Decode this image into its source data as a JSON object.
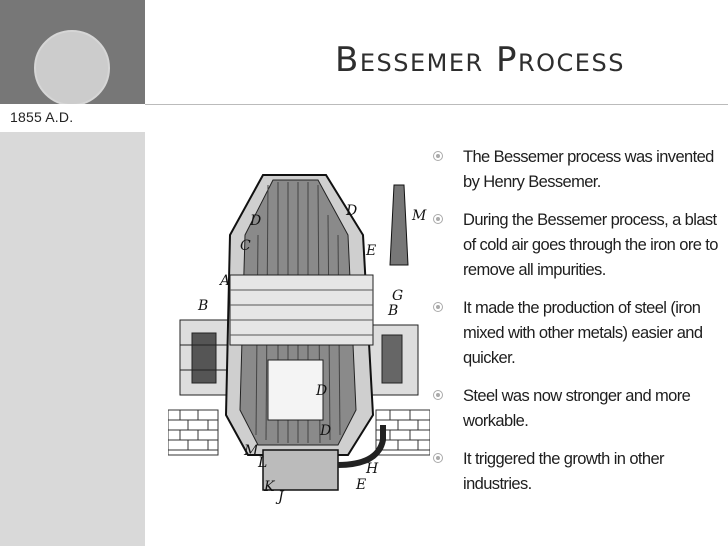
{
  "slide": {
    "date_label": "1855 A.D.",
    "title": "Bessemer Process",
    "bullets": [
      "The Bessemer process was invented by Henry Bessemer.",
      "During the Bessemer process, a blast of cold air goes through the iron ore to remove all impurities.",
      "It made the production of steel (iron mixed with other metals) easier and quicker.",
      "Steel was now stronger and more workable.",
      "It triggered the growth in other industries."
    ],
    "figure_labels": [
      "D",
      "D",
      "C",
      "M",
      "E",
      "A",
      "B",
      "G",
      "B",
      "D",
      "D",
      "M",
      "L",
      "H",
      "E",
      "K",
      "J"
    ]
  },
  "colors": {
    "band_dark": "#777777",
    "band_light": "#d9d9d9",
    "title_text": "#2e2e2e",
    "body_text": "#1e1e1e",
    "bullet_marker": "#aaaaaa"
  },
  "icons": {
    "bullet": "circle-bullet-icon"
  }
}
